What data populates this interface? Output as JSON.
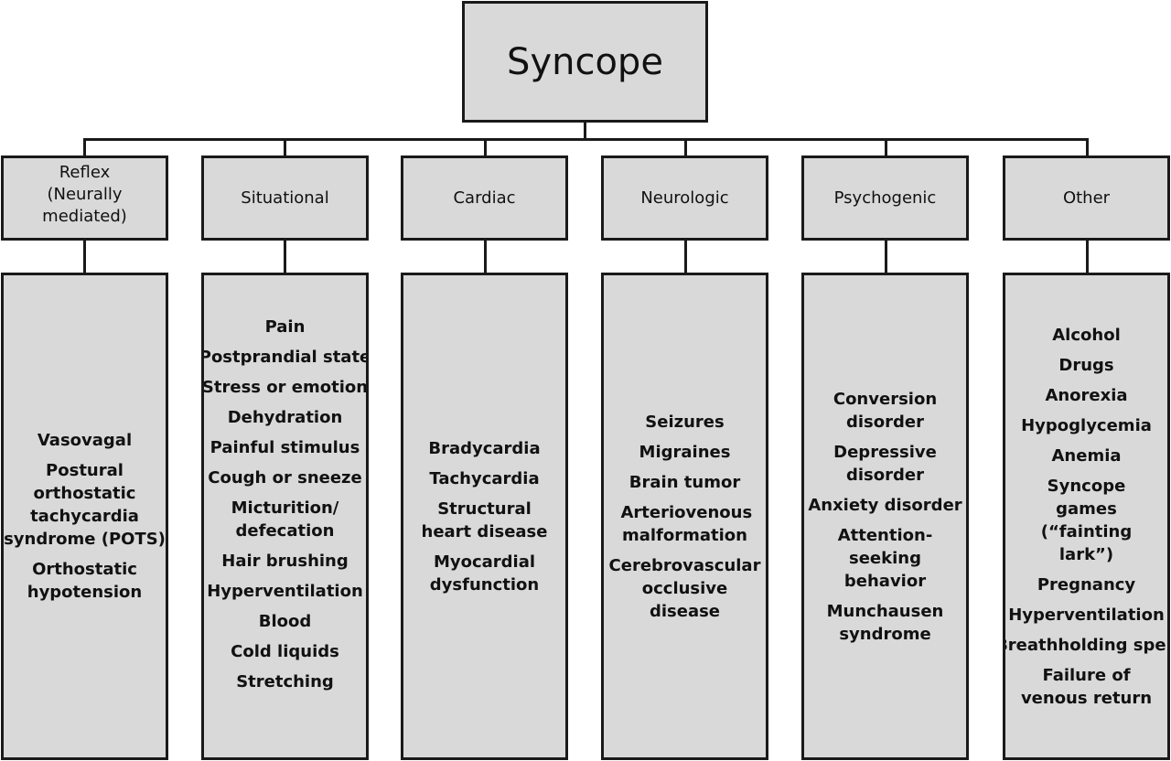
{
  "root": {
    "label": "Syncope"
  },
  "categories": [
    {
      "label": "Reflex\n(Neurally mediated)",
      "items": [
        "Vasovagal",
        "Postural orthostatic tachycardia syndrome (POTS)",
        "Orthostatic hypotension"
      ]
    },
    {
      "label": "Situational",
      "items": [
        "Pain",
        "Postprandial state",
        "Stress or emotion",
        "Dehydration",
        "Painful stimulus",
        "Cough or sneeze",
        "Micturition/ defecation",
        "Hair brushing",
        "Hyperventilation",
        "Blood",
        "Cold liquids",
        "Stretching"
      ]
    },
    {
      "label": "Cardiac",
      "items": [
        "Bradycardia",
        "Tachycardia",
        "Structural heart disease",
        "Myocardial dysfunction"
      ]
    },
    {
      "label": "Neurologic",
      "items": [
        "Seizures",
        "Migraines",
        "Brain tumor",
        "Arteriovenous malformation",
        "Cerebrovascular occlusive disease"
      ]
    },
    {
      "label": "Psychogenic",
      "items": [
        "Conversion disorder",
        "Depressive disorder",
        "Anxiety disorder",
        "Attention-seeking behavior",
        "Munchausen syndrome"
      ]
    },
    {
      "label": "Other",
      "items": [
        "Alcohol",
        "Drugs",
        "Anorexia",
        "Hypoglycemia",
        "Anemia",
        "Syncope games (“fainting lark”)",
        "Pregnancy",
        "Hyperventilation",
        "Breathholding spell",
        "Failure of venous return"
      ]
    }
  ]
}
